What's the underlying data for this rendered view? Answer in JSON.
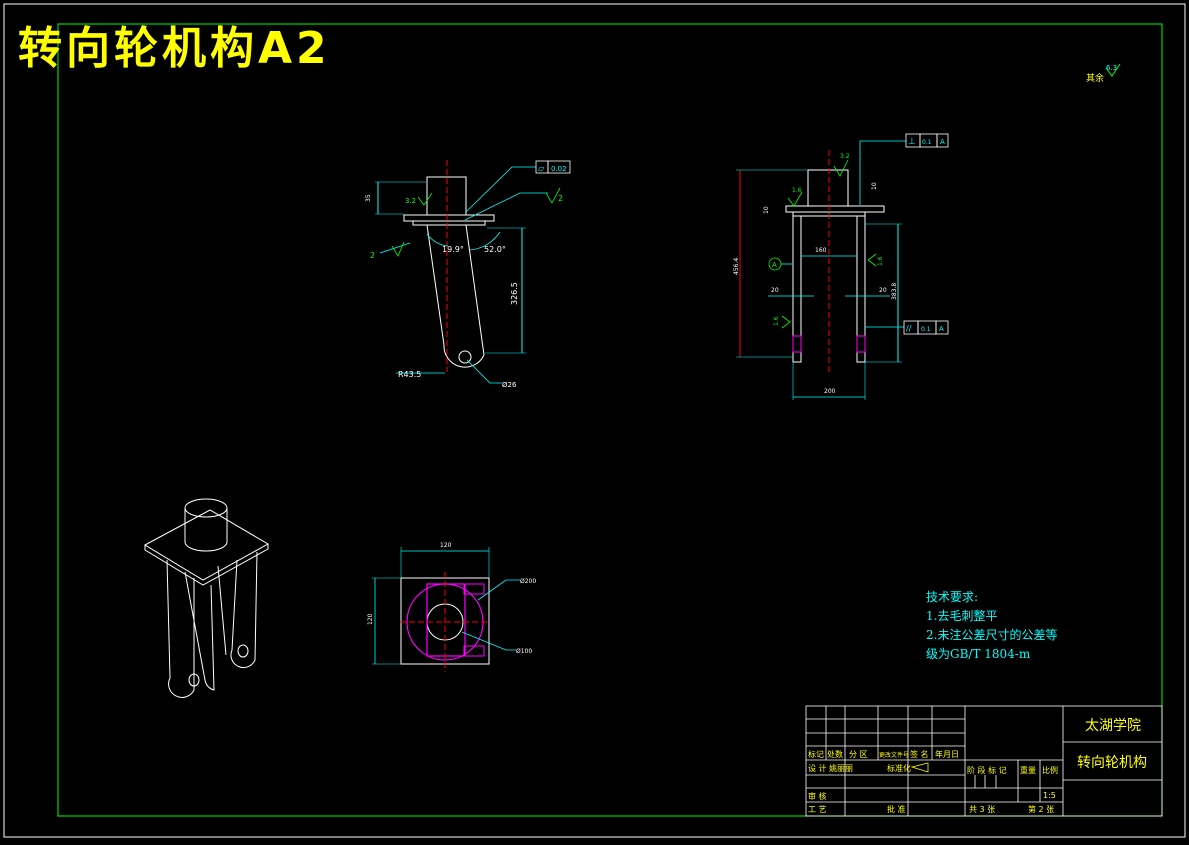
{
  "drawing": {
    "title": "转向轮机构A2",
    "roughness_note": "其余",
    "roughness_value": "6.3"
  },
  "front_view": {
    "angle_left": "19.9°",
    "angle_right": "52.0°",
    "height_dim": "326.5",
    "radius_dim": "R43.5",
    "hole_dim": "Ø26",
    "flatness_symbol": "▱",
    "flatness_value": "0.02",
    "roughness_a": "3.2",
    "roughness_b": "2",
    "roughness_c": "2",
    "top_height_dim": "35"
  },
  "side_view": {
    "perp_symbol": "⊥",
    "perp_value": "0.1",
    "perp_datum": "A",
    "par_symbol": "//",
    "par_value": "0.1",
    "par_datum": "A",
    "datum_label": "A",
    "overall_height": "456.4",
    "inner_height": "383.8",
    "width_inner": "160",
    "width_bottom": "200",
    "left_20": "20",
    "right_20": "20",
    "top_10": "10",
    "plate_10": "10",
    "rough_1": "3.2",
    "rough_2": "1.6",
    "rough_3": "1.6",
    "rough_4": "1.6"
  },
  "top_view": {
    "width_dim": "120",
    "height_dim": "120",
    "dia_outer": "Ø200",
    "dia_inner": "Ø100"
  },
  "tech_requirements": {
    "heading": "技术要求:",
    "item1": "1.去毛刺整平",
    "item2": "2.未注公差尺寸的公差等",
    "item3": "级为GB/T 1804-m"
  },
  "title_block": {
    "school": "太湖学院",
    "part_name": "转向轮机构",
    "labels_row1": [
      "标记",
      "处数",
      "分 区",
      "更改文件号",
      "签 名",
      "年月日"
    ],
    "design_label": "设 计",
    "designer": "姚丽丽",
    "standard_label": "标准化",
    "review_label": "审 核",
    "process_label": "工 艺",
    "approve_label": "批 准",
    "stage_label": "阶 段 标 记",
    "weight_label": "重量",
    "scale_label": "比例",
    "scale_value": "1:5",
    "sheets_total": "共 3 张",
    "sheet_no": "第 2 张"
  },
  "colors": {
    "frame": "#00ff00",
    "lines": "#ffffff",
    "dims": "#00ffff",
    "center": "#ff0000",
    "highlight": "#ff00ff",
    "title": "#ffff00"
  }
}
